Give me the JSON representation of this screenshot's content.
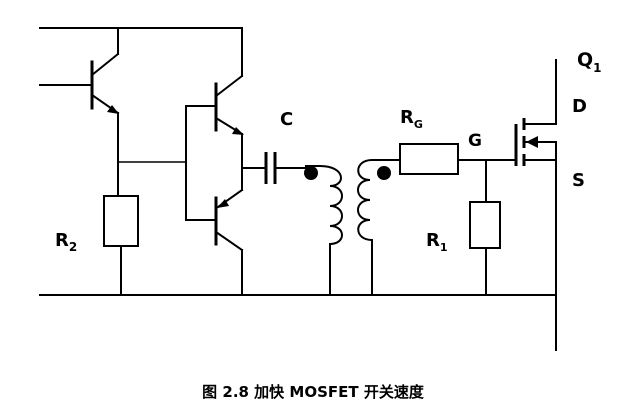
{
  "labels": {
    "q1_main": "Q",
    "q1_sub": "1",
    "d": "D",
    "s": "S",
    "g": "G",
    "c": "C",
    "rg_main": "R",
    "rg_sub": "G",
    "r1_main": "R",
    "r1_sub": "1",
    "r2_main": "R",
    "r2_sub": "2"
  },
  "caption": "图 2.8 加快 MOSFET 开关速度"
}
